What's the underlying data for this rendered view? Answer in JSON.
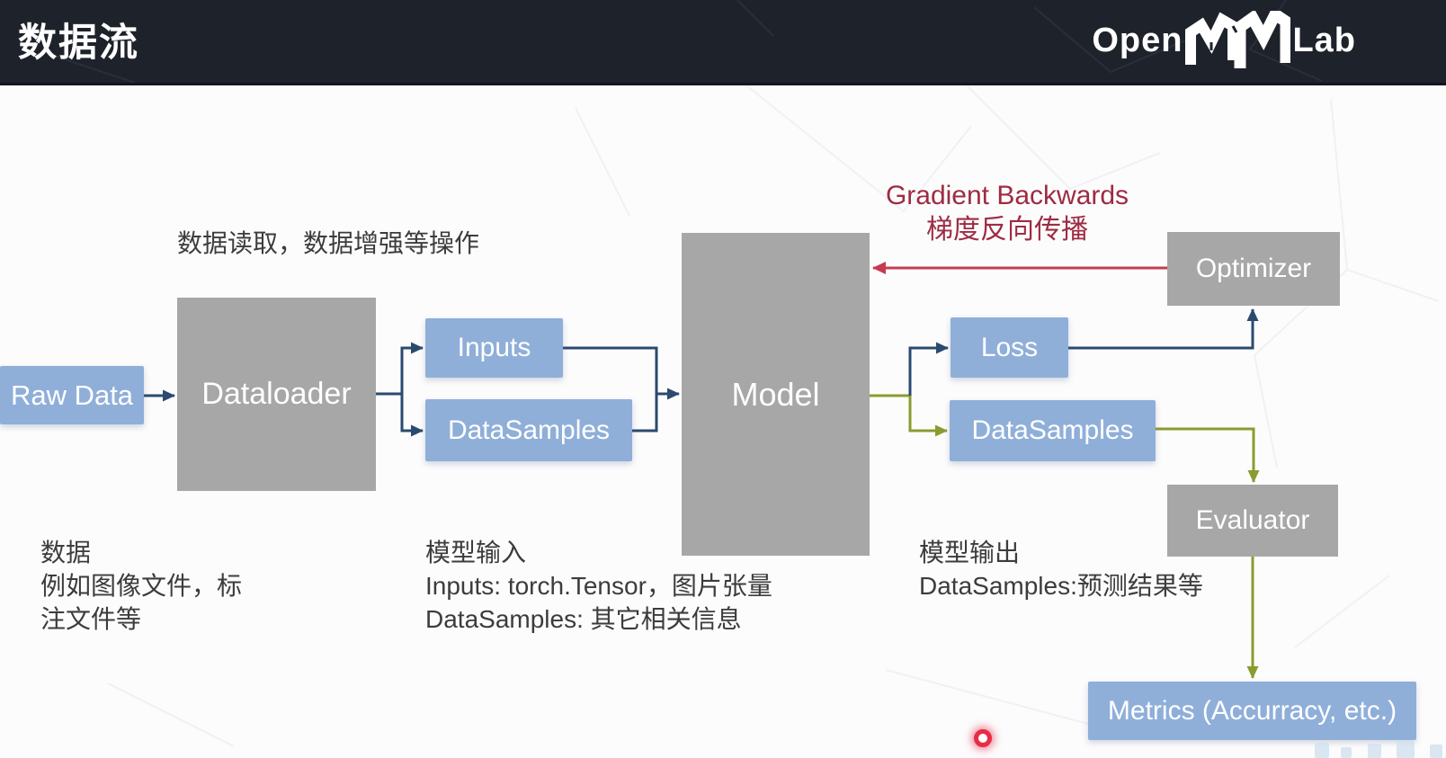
{
  "header": {
    "title": "数据流",
    "logo": {
      "open": "Open",
      "lab": "Lab",
      "icon": "mm-3d-letters-icon"
    }
  },
  "nodes": {
    "raw_data": "Raw Data",
    "dataloader": "Dataloader",
    "inputs": "Inputs",
    "datasamples_in": "DataSamples",
    "model": "Model",
    "loss": "Loss",
    "datasamples_out": "DataSamples",
    "optimizer": "Optimizer",
    "evaluator": "Evaluator",
    "metrics": "Metrics (Accurracy, etc.)"
  },
  "notes": {
    "dataloader_note": "数据读取，数据增强等操作",
    "gradient": {
      "line1": "Gradient Backwards",
      "line2": "梯度反向传播"
    },
    "data_note": {
      "line1": "数据",
      "line2": "例如图像文件，标",
      "line3": "注文件等"
    },
    "model_input_note": {
      "line1": "模型输入",
      "line2": "Inputs: torch.Tensor，图片张量",
      "line3": "DataSamples: 其它相关信息"
    },
    "model_output_note": {
      "line1": "模型输出",
      "line2": "DataSamples:预测结果等"
    }
  },
  "edges": [
    {
      "from": "Raw Data",
      "to": "Dataloader",
      "color": "navy"
    },
    {
      "from": "Dataloader",
      "to": "Inputs",
      "color": "navy"
    },
    {
      "from": "Dataloader",
      "to": "DataSamples",
      "color": "navy"
    },
    {
      "from": "Inputs",
      "to": "Model",
      "color": "navy"
    },
    {
      "from": "DataSamples",
      "to": "Model",
      "color": "navy"
    },
    {
      "from": "Model",
      "to": "Loss",
      "color": "navy"
    },
    {
      "from": "Model",
      "to": "DataSamples",
      "color": "olive"
    },
    {
      "from": "Loss",
      "to": "Optimizer",
      "color": "navy"
    },
    {
      "from": "Optimizer",
      "to": "Model",
      "color": "red",
      "label": "Gradient Backwards 梯度反向传播"
    },
    {
      "from": "DataSamples",
      "to": "Evaluator",
      "color": "olive"
    },
    {
      "from": "Evaluator",
      "to": "Metrics (Accurracy, etc.)",
      "color": "olive"
    }
  ],
  "colors": {
    "header_bg": "#1e222b",
    "blue_box": "#8fafd9",
    "gray_box": "#a7a7a7",
    "navy_arrow": "#2b4a6f",
    "olive_arrow": "#8b9b30",
    "red_arrow": "#c53b52",
    "gradient_text": "#9e2b43",
    "body_text": "#3c3c3c",
    "laser_dot": "#e82c46"
  }
}
